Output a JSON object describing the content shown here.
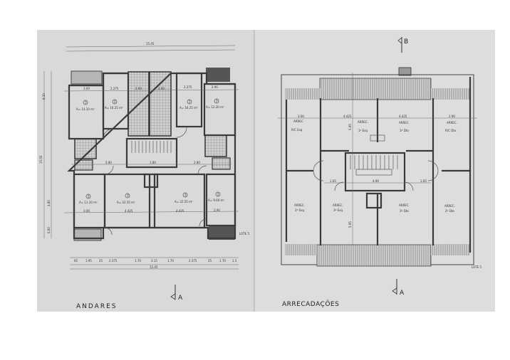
{
  "colors": {
    "paper_left": "#d9d9d9",
    "paper_right": "#dddddd",
    "ink": "#333333",
    "dark_fill": "#555555",
    "hatch_fill": "#bdbdbd"
  },
  "left_plan": {
    "title": "ANDARES",
    "section_mark": "A",
    "total_width_top": "15.45",
    "total_width_bottom": "15.45",
    "lot_label": "LOTE 5",
    "rooms": [
      {
        "num": "3",
        "area": "A= 14.10 m²"
      },
      {
        "num": "2",
        "area": "A= 16.25 m²"
      },
      {
        "num": "2",
        "area": "A= 16.25 m²"
      },
      {
        "num": "3",
        "area": "A= 12.20 m²"
      },
      {
        "num": "2",
        "area": "A= 11.10 m²"
      },
      {
        "num": "3",
        "area": "A= 22.55 m²"
      },
      {
        "num": "3",
        "area": "A= 22.55 m²"
      },
      {
        "num": "2",
        "area": "A= 9.60 m²"
      }
    ],
    "top_dims": [
      "3.00",
      "2.275",
      "2.60",
      "2.60",
      "2.275",
      "2.90"
    ],
    "mid_dims": [
      "2.80",
      "1.80",
      "2.80"
    ],
    "lower_dims": [
      "3.00",
      "4.425",
      "4.425",
      "2.90"
    ],
    "bottom_dims": [
      "65",
      "1.95",
      "25",
      "2.375",
      "1.70",
      "3.15",
      "1.70",
      "2.375",
      "25",
      "1.70",
      "1.5"
    ],
    "side_dims": [
      "8.30",
      "15.55",
      "4.80",
      "6.60"
    ]
  },
  "right_plan": {
    "title": "ARRECADAÇÕES",
    "section_mark_top": "B",
    "section_mark_bottom": "A",
    "lot_label": "LOTE 5",
    "rooms": [
      {
        "label": "ARREC.",
        "sub": "R/C Esq"
      },
      {
        "label": "ARREC.",
        "sub": "1º Esq"
      },
      {
        "label": "ARREC.",
        "sub": "1º Dto"
      },
      {
        "label": "ARREC.",
        "sub": "R/C Dto"
      },
      {
        "label": "ARREC.",
        "sub": "2º Esq"
      },
      {
        "label": "ARREC.",
        "sub": "3º Esq"
      },
      {
        "label": "ARREC.",
        "sub": "3º Dto"
      },
      {
        "label": "ARREC.",
        "sub": "2º Dto"
      }
    ],
    "top_dims": [
      "3.00",
      "4.425",
      "4.425",
      "2.90"
    ],
    "mid_dims": [
      "1.65",
      "4.90",
      "1.65"
    ],
    "side_dims": [
      "5.95",
      "5.95"
    ]
  }
}
